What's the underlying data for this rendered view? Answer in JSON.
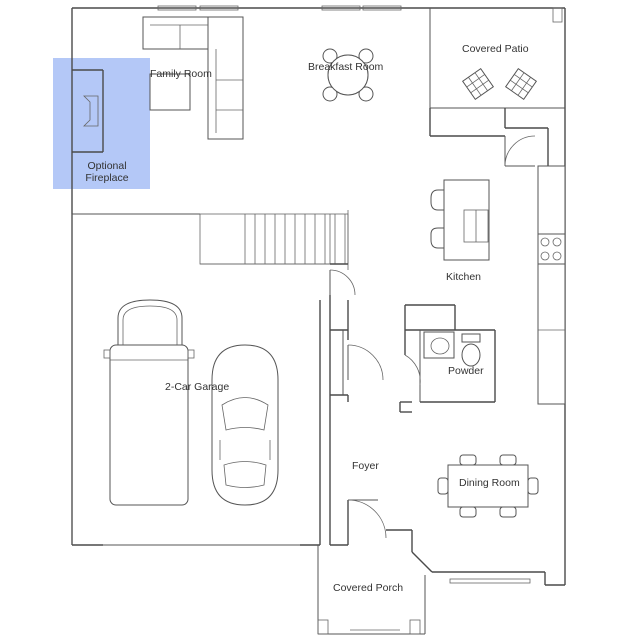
{
  "rooms": {
    "family_room": "Family Room",
    "breakfast_room": "Breakfast Room",
    "covered_patio": "Covered Patio",
    "fireplace_line1": "Optional",
    "fireplace_line2": "Fireplace",
    "kitchen": "Kitchen",
    "powder": "Powder",
    "garage": "2-Car Garage",
    "foyer": "Foyer",
    "dining_room": "Dining Room",
    "covered_porch": "Covered Porch"
  },
  "colors": {
    "highlight": "#b4c8f7",
    "wall": "#4a4a4a"
  }
}
